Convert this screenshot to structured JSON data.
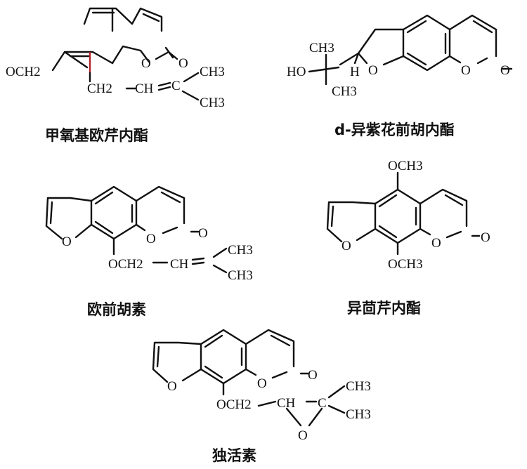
{
  "compounds": [
    {
      "name": "甲氧基欧芹内酯",
      "labels": [
        "OCH2",
        "O",
        "O",
        "CH2",
        "CH",
        "C",
        "CH3",
        "CH3"
      ]
    },
    {
      "name": "d-异紫花前胡内酯",
      "labels": [
        "CH3",
        "HO",
        "H",
        "CH3",
        "O",
        "O",
        "O"
      ]
    },
    {
      "name": "欧前胡素",
      "labels": [
        "O",
        "O",
        "O",
        "OCH2",
        "CH",
        "CH3",
        "CH3"
      ]
    },
    {
      "name": "异茴芹内酯",
      "labels": [
        "OCH3",
        "O",
        "O",
        "O",
        "OCH3"
      ]
    },
    {
      "name": "独活素",
      "labels": [
        "O",
        "O",
        "O",
        "OCH2",
        "CH",
        "C",
        "CH3",
        "CH3",
        "O"
      ]
    }
  ],
  "colors": {
    "ink": "#111111",
    "highlight": "#b0202a",
    "background": "#ffffff"
  }
}
